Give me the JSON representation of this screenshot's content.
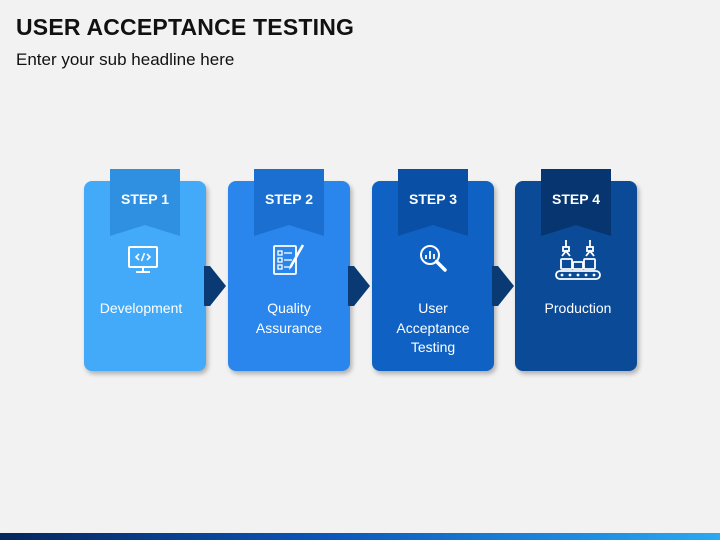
{
  "header": {
    "title": "USER ACCEPTANCE TESTING",
    "subtitle": "Enter your sub headline here"
  },
  "steps": [
    {
      "step_label": "STEP 1",
      "label_lines": [
        "Development"
      ],
      "icon": "monitor-code-icon",
      "card_color": "#42aaf8",
      "tab_color": "#2f8fe0"
    },
    {
      "step_label": "STEP 2",
      "label_lines": [
        "Quality",
        "Assurance"
      ],
      "icon": "checklist-document-icon",
      "card_color": "#2a86ec",
      "tab_color": "#1a6fd1"
    },
    {
      "step_label": "STEP 3",
      "label_lines": [
        "User",
        "Acceptance",
        "Testing"
      ],
      "icon": "magnifier-chart-icon",
      "card_color": "#0f62c4",
      "tab_color": "#0a4fa6"
    },
    {
      "step_label": "STEP 4",
      "label_lines": [
        "Production"
      ],
      "icon": "robotic-assembly-icon",
      "card_color": "#0a4a96",
      "tab_color": "#06356f"
    }
  ],
  "arrow_color": "#0a3a73"
}
